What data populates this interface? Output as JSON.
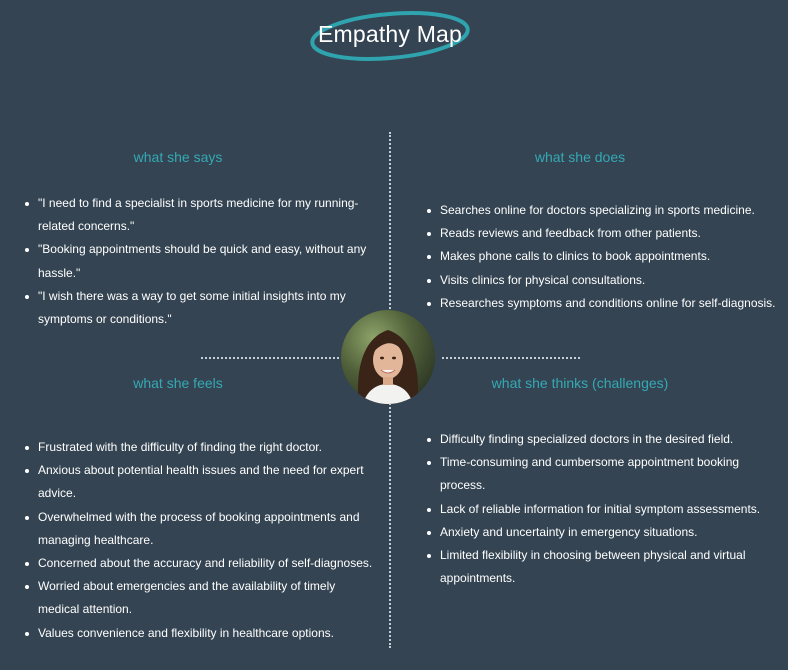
{
  "title": "Empathy Map",
  "colors": {
    "background": "#344452",
    "accent": "#35a9b4",
    "text": "#ffffff"
  },
  "persona_photo": "woman-portrait",
  "quadrants": {
    "says": {
      "title": "what she says",
      "items": [
        "\"I need to find a specialist in sports medicine for my running-related concerns.\"",
        "\"Booking appointments should be quick and easy, without any hassle.\"",
        "\"I wish there was a way to get some initial insights into my symptoms or conditions.\""
      ]
    },
    "does": {
      "title": "what she does",
      "items": [
        "Searches online for doctors specializing in sports medicine.",
        "Reads reviews and feedback from other patients.",
        "Makes phone calls to clinics to book appointments.",
        "Visits clinics for physical consultations.",
        "Researches symptoms and conditions online for self-diagnosis."
      ]
    },
    "feels": {
      "title": "what she feels",
      "items": [
        "Frustrated with the difficulty of finding the right doctor.",
        "Anxious about potential health issues and the need for expert advice.",
        "Overwhelmed with the process of booking appointments and managing healthcare.",
        "Concerned about the accuracy and reliability of self-diagnoses.",
        "Worried about emergencies and the availability of timely medical attention.",
        "Values convenience and flexibility in healthcare options."
      ]
    },
    "thinks": {
      "title": "what she thinks (challenges)",
      "items": [
        "Difficulty finding specialized doctors in the desired field.",
        "Time-consuming and cumbersome appointment booking process.",
        "Lack of reliable information for initial symptom assessments.",
        "Anxiety and uncertainty in emergency situations.",
        "Limited flexibility in choosing between physical and virtual appointments."
      ]
    }
  }
}
